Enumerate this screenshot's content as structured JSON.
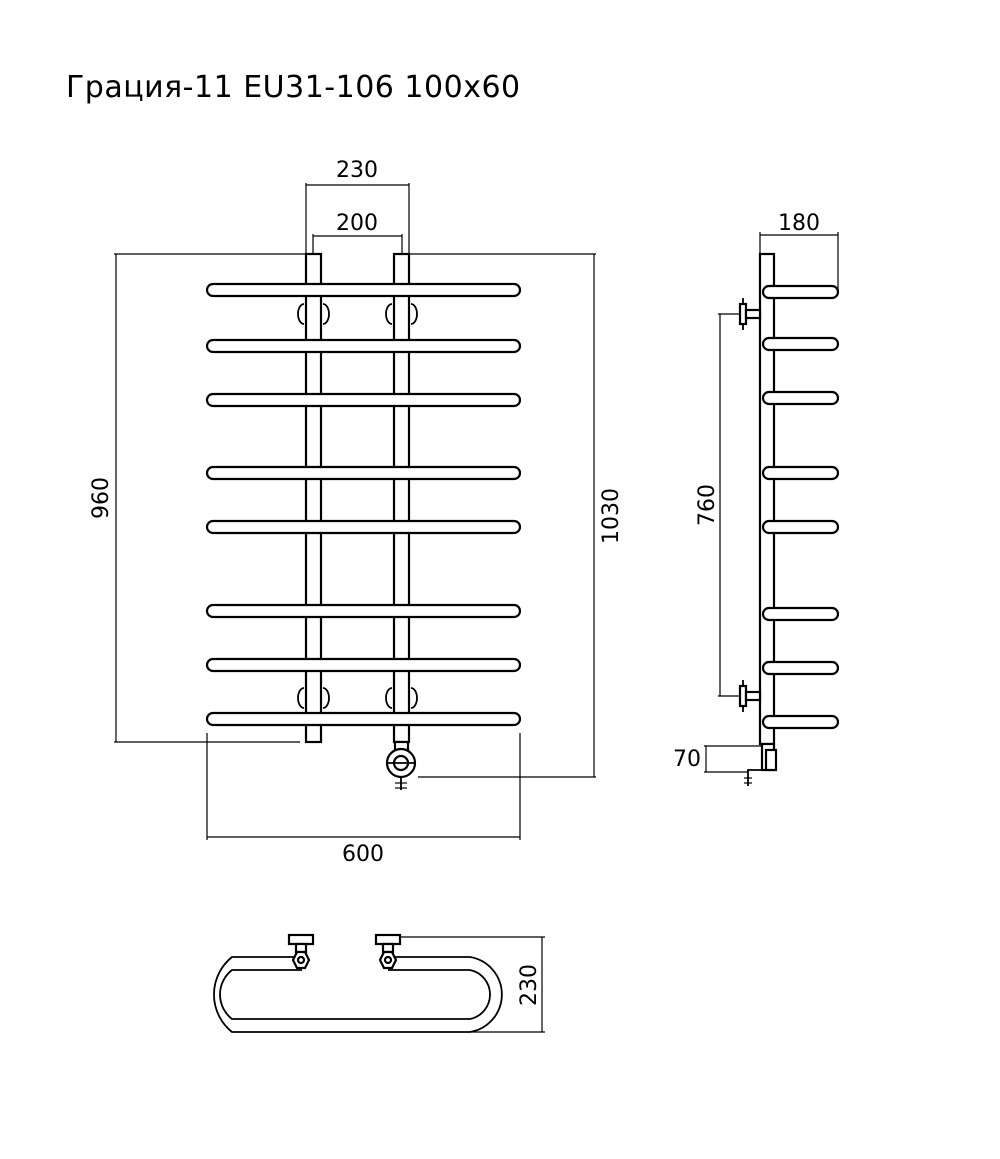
{
  "title": "Грация-11 EU31-106 100х60",
  "front_view": {
    "dim_230": "230",
    "dim_200": "200",
    "dim_960": "960",
    "dim_1030": "1030",
    "dim_600": "600"
  },
  "side_view": {
    "dim_180": "180",
    "dim_760": "760",
    "dim_70": "70"
  },
  "top_view": {
    "dim_230": "230"
  },
  "colors": {
    "line": "#000000",
    "background": "#ffffff"
  }
}
